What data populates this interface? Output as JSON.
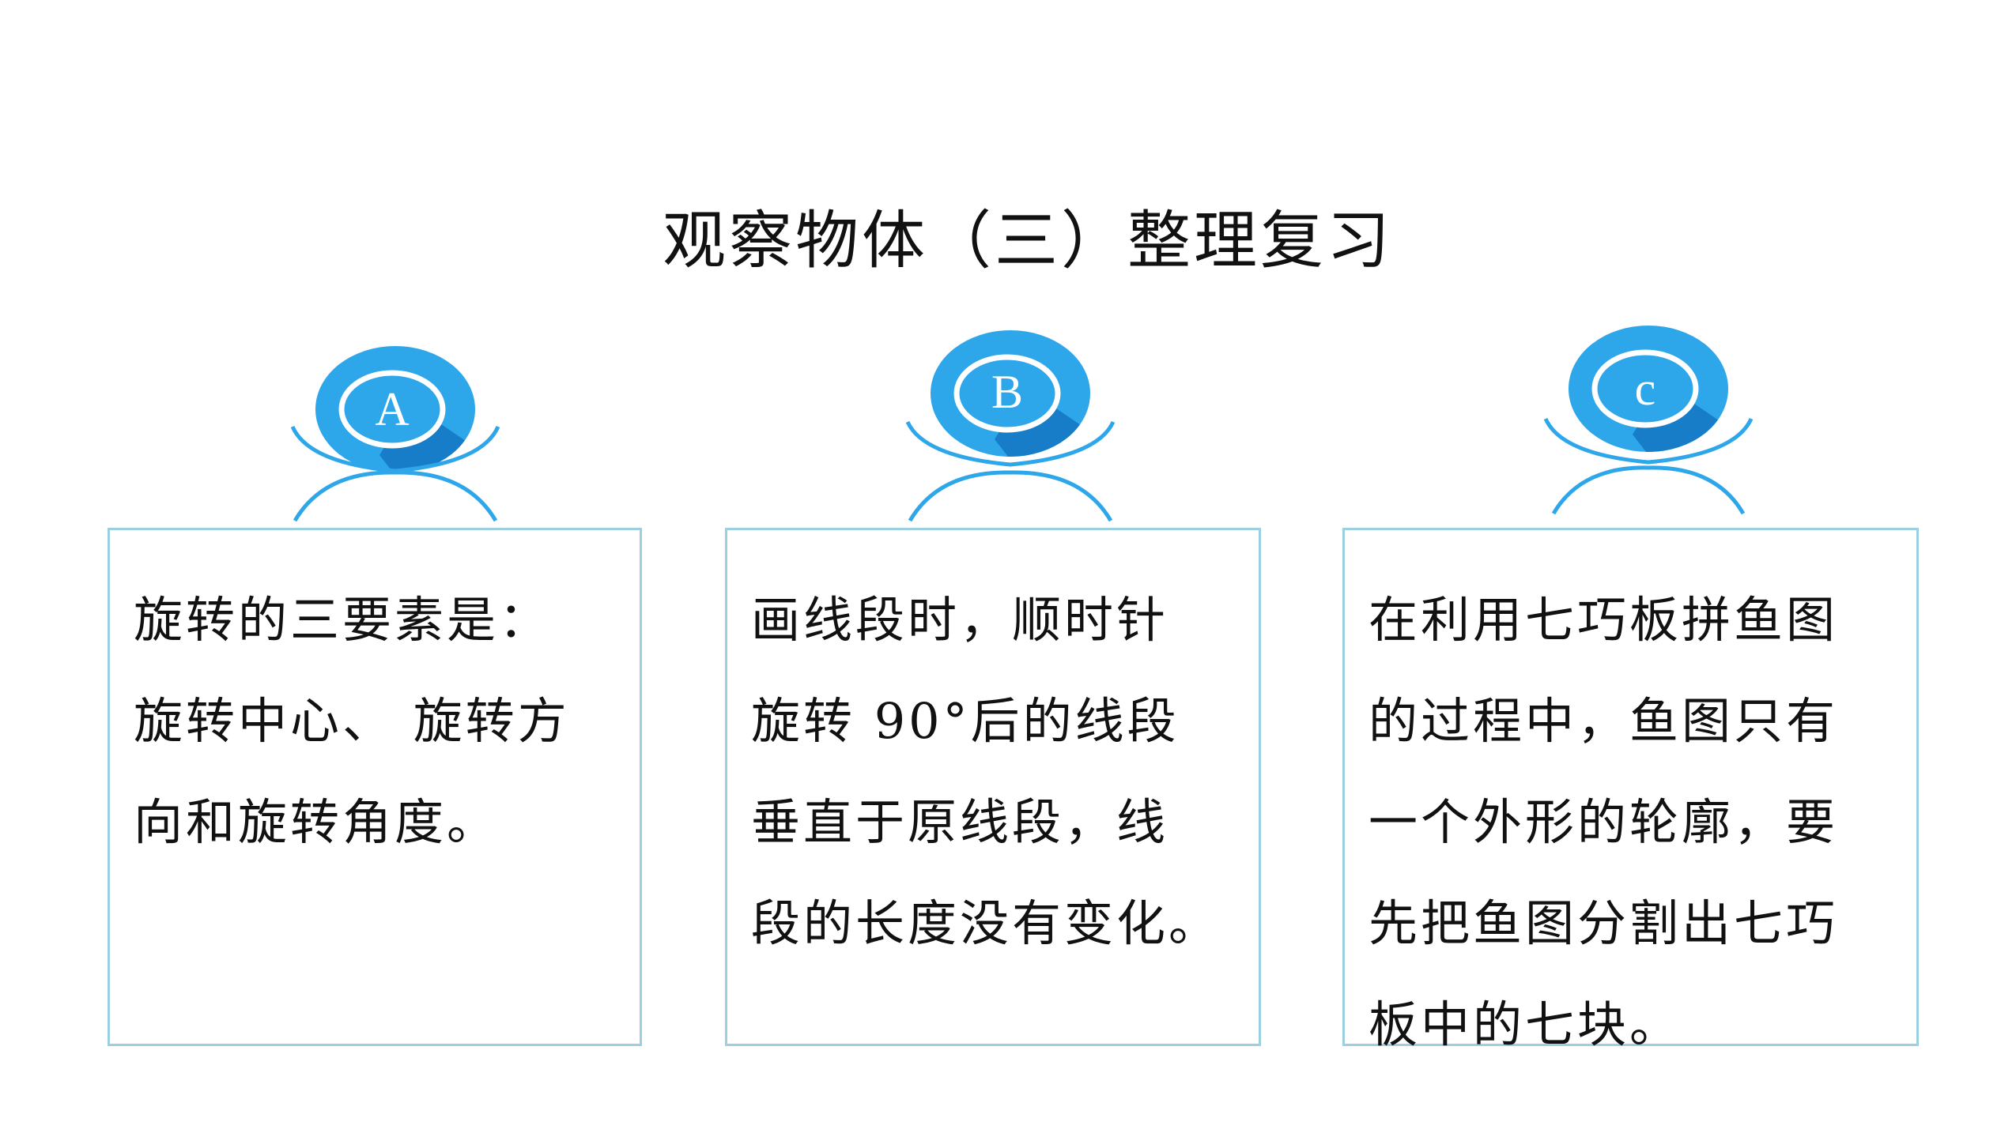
{
  "slide": {
    "title": "观察物体（三）整理复习",
    "accent_color": "#2ea6ea",
    "shadow_color": "#1579c4",
    "border_color": "#9ccfdf"
  },
  "cards": [
    {
      "letter": "A",
      "lines": [
        " 旋转的三要素是：",
        "旋转中心、 旋转方",
        "向和旋转角度。"
      ]
    },
    {
      "letter": "B",
      "lines": [
        "画线段时，顺时针",
        "旋转 90°后的线段",
        "垂直于原线段，线",
        "段的长度没有变化。"
      ]
    },
    {
      "letter": "c",
      "lines": [
        "在利用七巧板拼鱼图",
        "的过程中，鱼图只有",
        "一个外形的轮廓，要",
        "先把鱼图分割出七巧",
        "板中的七块。"
      ]
    }
  ]
}
